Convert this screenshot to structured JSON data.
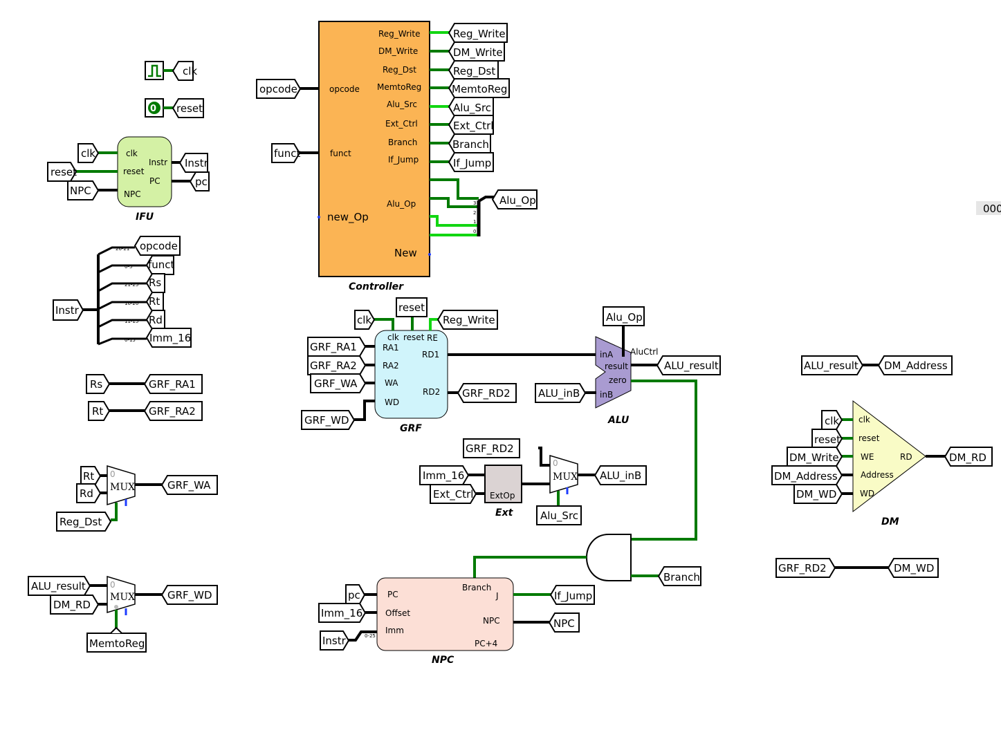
{
  "clock_label": "clk",
  "reset_label": "reset",
  "reset_value": "0",
  "ifu": {
    "caption": "IFU",
    "pins": {
      "clk": "clk",
      "reset": "reset",
      "npc": "NPC",
      "instr": "Instr",
      "pc": "PC"
    },
    "tunnels": {
      "clk": "clk",
      "reset": "reset",
      "npc": "NPC",
      "instr": "Instr",
      "pc": "pc"
    }
  },
  "splitter": {
    "input": "Instr",
    "bits": [
      "26-21",
      "0-5",
      "21-25",
      "16-20",
      "11-15",
      "0-15"
    ],
    "outputs": [
      "opcode",
      "funct",
      "Rs",
      "Rt",
      "Rd",
      "Imm_16"
    ]
  },
  "links": [
    {
      "from": "Rs",
      "to": "GRF_RA1"
    },
    {
      "from": "Rt",
      "to": "GRF_RA2"
    },
    {
      "from": "ALU_result",
      "to": "DM_Address"
    },
    {
      "from": "GRF_RD2",
      "to": "DM_WD"
    }
  ],
  "controller": {
    "caption": "Controller",
    "inputs": [
      "opcode",
      "funct",
      "new_Op"
    ],
    "input_tunnels": [
      "opcode",
      "funct"
    ],
    "outputs": [
      "Reg_Write",
      "DM_Write",
      "Reg_Dst",
      "MemtoReg",
      "Alu_Src",
      "Ext_Ctrl",
      "Branch",
      "If_Jump"
    ],
    "output_tunnels": [
      "Reg_Write",
      "DM_Write",
      "Reg_Dst",
      "MemtoReg",
      "Alu_Src",
      "Ext_Ctrl",
      "Branch",
      "If_Jump"
    ],
    "alu_op_pin": "Alu_Op",
    "new_pin": "New",
    "alu_op_tunnel": "Alu_Op",
    "alu_op_bits": [
      "3",
      "2",
      "1",
      "0"
    ]
  },
  "mux_wa": {
    "label": "MUX",
    "sel0": "0",
    "inputs": [
      "Rt",
      "Rd"
    ],
    "select": "Reg_Dst",
    "output": "GRF_WA"
  },
  "mux_wd": {
    "label": "MUX",
    "sel0": "0",
    "inputs": [
      "ALU_result",
      "DM_RD"
    ],
    "select": "MemtoReg",
    "output": "GRF_WD"
  },
  "grf": {
    "caption": "GRF",
    "top_pins": [
      "clk",
      "reset",
      "RE"
    ],
    "top_tunnels": [
      "clk",
      "reset",
      "Reg_Write"
    ],
    "in_pins": [
      "RA1",
      "RA2",
      "WA",
      "WD"
    ],
    "in_tunnels": [
      "GRF_RA1",
      "GRF_RA2",
      "GRF_WA",
      "GRF_WD"
    ],
    "out_pins": [
      "RD1",
      "RD2"
    ],
    "out_tunnels": [
      "GRF_RD2"
    ]
  },
  "alu": {
    "caption": "ALU",
    "pins": {
      "ina": "inA",
      "inb": "inB",
      "ctrl": "AluCtrl",
      "result": "result",
      "zero": "zero"
    },
    "tunnels": {
      "op": "Alu_Op",
      "inb": "ALU_inB",
      "result": "ALU_result"
    }
  },
  "ext": {
    "caption": "Ext",
    "pin": "ExtOp",
    "tunnels": {
      "in": "Imm_16",
      "ctrl": "Ext_Ctrl"
    }
  },
  "mux_alu": {
    "label": "MUX",
    "sel0": "0",
    "inputs": [
      "GRF_RD2"
    ],
    "select": "Alu_Src",
    "output": "ALU_inB"
  },
  "and_gate": {
    "output_tunnel": "Branch"
  },
  "npc": {
    "caption": "NPC",
    "pins": {
      "pc": "PC",
      "offset": "Offset",
      "imm": "Imm",
      "branch": "Branch",
      "j": "J",
      "npc": "NPC",
      "pc4": "PC+4"
    },
    "tunnels": {
      "pc": "pc",
      "offset": "Imm_16",
      "imm": "Instr",
      "j": "If_Jump",
      "npc": "NPC"
    },
    "imm_bits": "0-25"
  },
  "dm": {
    "caption": "DM",
    "pins": [
      "clk",
      "reset",
      "WE",
      "Address",
      "WD"
    ],
    "in_tunnels": [
      "clk",
      "reset",
      "DM_Write",
      "DM_Address",
      "DM_WD"
    ],
    "out_pin": "RD",
    "out_tunnel": "DM_RD"
  },
  "probe_text": "000",
  "colors": {
    "wire": "#000000",
    "wire_active": "#007a00",
    "wire_bright": "#12d612",
    "controller": "#fbb454",
    "ifu": "#d4f1a5",
    "grf": "#d0f4fb",
    "alu": "#a99bd1",
    "ext": "#dbd3d3",
    "npc": "#fcdfd6",
    "dm": "#f9fbc6"
  }
}
